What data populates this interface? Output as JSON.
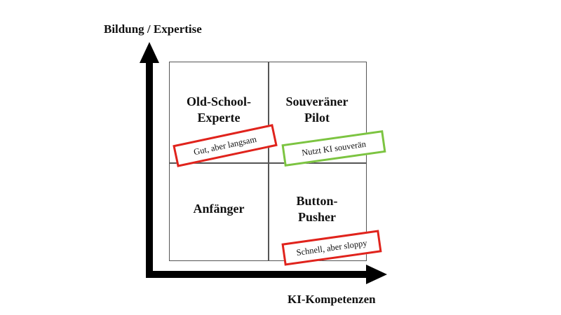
{
  "axes": {
    "y_label": "Bildung / Expertise",
    "x_label": "KI-Kompetenzen"
  },
  "quadrants": {
    "top_left": [
      "Old-School-",
      "Experte"
    ],
    "top_right": [
      "Souveräner",
      "Pilot"
    ],
    "bottom_left": [
      "Anfänger"
    ],
    "bottom_right": [
      "Button-",
      "Pusher"
    ]
  },
  "notes": [
    {
      "text": "Gut, aber langsam",
      "color": "#e0231c"
    },
    {
      "text": "Nutzt KI souverän",
      "color": "#7cc441"
    },
    {
      "text": "Schnell, aber sloppy",
      "color": "#e0231c"
    }
  ]
}
